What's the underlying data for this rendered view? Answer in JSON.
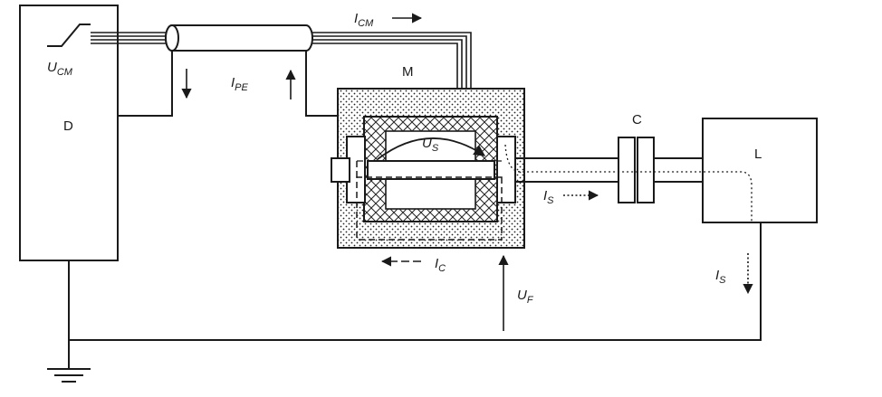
{
  "labels": {
    "ucm": {
      "main": "U",
      "sub": "CM"
    },
    "d": "D",
    "icm": {
      "main": "I",
      "sub": "CM"
    },
    "ipe": {
      "main": "I",
      "sub": "PE"
    },
    "m": "M",
    "us": {
      "main": "U",
      "sub": "S"
    },
    "c": "C",
    "l": "L",
    "is_shaft": {
      "main": "I",
      "sub": "S"
    },
    "ic": {
      "main": "I",
      "sub": "C"
    },
    "uf": {
      "main": "U",
      "sub": "F"
    },
    "is_return": {
      "main": "I",
      "sub": "S"
    }
  }
}
